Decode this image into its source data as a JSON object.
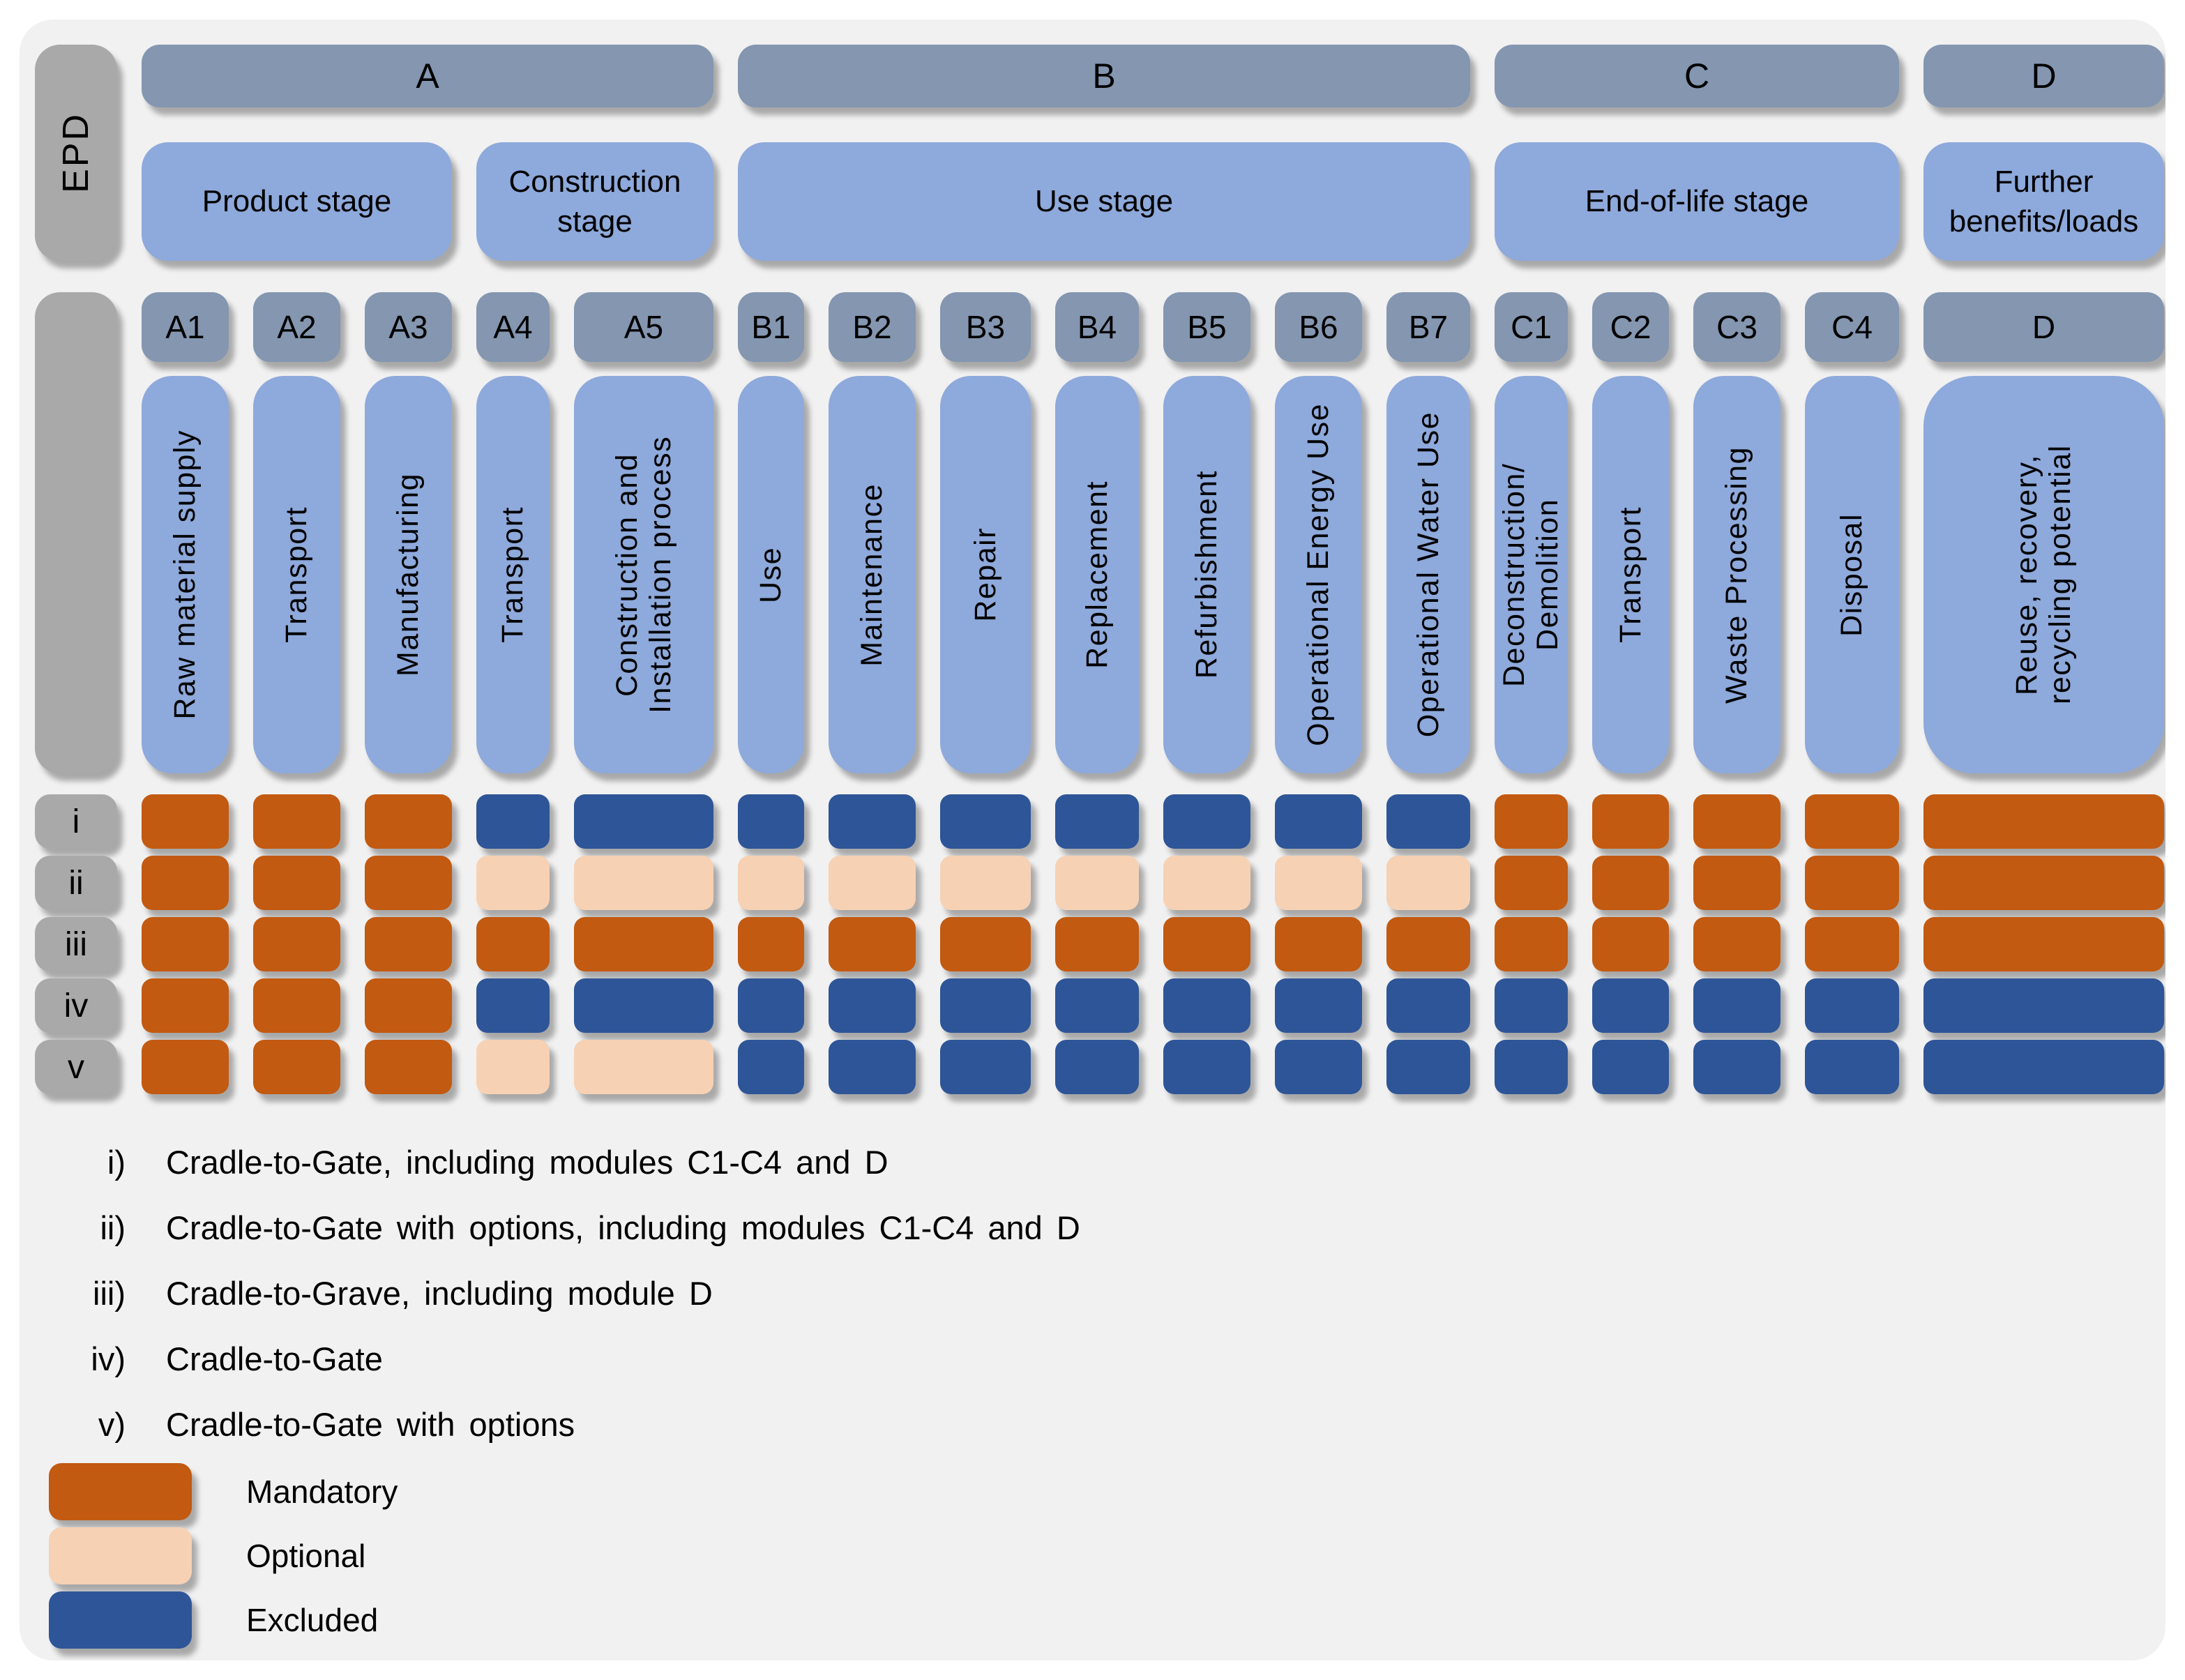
{
  "epd_label": "EPD",
  "modules": [
    {
      "code": "A1",
      "name": "Raw material supply",
      "group": "A",
      "stage": "Product stage"
    },
    {
      "code": "A2",
      "name": "Transport",
      "group": "A",
      "stage": "Product stage"
    },
    {
      "code": "A3",
      "name": "Manufacturing",
      "group": "A",
      "stage": "Product stage"
    },
    {
      "code": "A4",
      "name": "Transport",
      "group": "A",
      "stage": "Construction stage"
    },
    {
      "code": "A5",
      "name": "Construction and Installation process",
      "group": "A",
      "stage": "Construction stage"
    },
    {
      "code": "B1",
      "name": "Use",
      "group": "B",
      "stage": "Use stage"
    },
    {
      "code": "B2",
      "name": "Maintenance",
      "group": "B",
      "stage": "Use stage"
    },
    {
      "code": "B3",
      "name": "Repair",
      "group": "B",
      "stage": "Use stage"
    },
    {
      "code": "B4",
      "name": "Replacement",
      "group": "B",
      "stage": "Use stage"
    },
    {
      "code": "B5",
      "name": "Refurbishment",
      "group": "B",
      "stage": "Use stage"
    },
    {
      "code": "B6",
      "name": "Operational Energy Use",
      "group": "B",
      "stage": "Use stage"
    },
    {
      "code": "B7",
      "name": "Operational Water Use",
      "group": "B",
      "stage": "Use stage"
    },
    {
      "code": "C1",
      "name": "Deconstruction/ Demolition",
      "group": "C",
      "stage": "End-of-life stage"
    },
    {
      "code": "C2",
      "name": "Transport",
      "group": "C",
      "stage": "End-of-life stage"
    },
    {
      "code": "C3",
      "name": "Waste Processing",
      "group": "C",
      "stage": "End-of-life stage"
    },
    {
      "code": "C4",
      "name": "Disposal",
      "group": "C",
      "stage": "End-of-life stage"
    },
    {
      "code": "D",
      "name": "Reuse, recovery, recycling potential",
      "group": "D",
      "stage": "Further benefits/loads"
    }
  ],
  "matrix": {
    "row_labels": [
      "i",
      "ii",
      "iii",
      "iv",
      "v"
    ],
    "status_key": {
      "M": "Mandatory",
      "O": "Optional",
      "E": "Excluded"
    },
    "rows": [
      [
        "M",
        "M",
        "M",
        "E",
        "E",
        "E",
        "E",
        "E",
        "E",
        "E",
        "E",
        "E",
        "M",
        "M",
        "M",
        "M",
        "M"
      ],
      [
        "M",
        "M",
        "M",
        "O",
        "O",
        "O",
        "O",
        "O",
        "O",
        "O",
        "O",
        "O",
        "M",
        "M",
        "M",
        "M",
        "M"
      ],
      [
        "M",
        "M",
        "M",
        "M",
        "M",
        "M",
        "M",
        "M",
        "M",
        "M",
        "M",
        "M",
        "M",
        "M",
        "M",
        "M",
        "M"
      ],
      [
        "M",
        "M",
        "M",
        "E",
        "E",
        "E",
        "E",
        "E",
        "E",
        "E",
        "E",
        "E",
        "E",
        "E",
        "E",
        "E",
        "E"
      ],
      [
        "M",
        "M",
        "M",
        "O",
        "O",
        "E",
        "E",
        "E",
        "E",
        "E",
        "E",
        "E",
        "E",
        "E",
        "E",
        "E",
        "E"
      ]
    ]
  },
  "scope_notes": [
    {
      "numeral": "i)",
      "text": "Cradle-to-Gate, including modules C1-C4 and D"
    },
    {
      "numeral": "ii)",
      "text": "Cradle-to-Gate with options, including modules C1-C4 and D"
    },
    {
      "numeral": "iii)",
      "text": "Cradle-to-Grave, including module D"
    },
    {
      "numeral": "iv)",
      "text": "Cradle-to-Gate"
    },
    {
      "numeral": "v)",
      "text": "Cradle-to-Gate with options"
    }
  ],
  "status_legend": [
    {
      "label": "Mandatory",
      "status": "M"
    },
    {
      "label": "Optional",
      "status": "O"
    },
    {
      "label": "Excluded",
      "status": "E"
    }
  ],
  "colors": {
    "mandatory": "#C25A11",
    "optional": "#F6D1B4",
    "excluded": "#2E5597",
    "group_header": "#8496B0",
    "stage_blue": "#8EA9DB",
    "label_gray": "#A9A9A9",
    "canvas_bg": "#F1F1F1",
    "page_bg": "#FFFFFF",
    "text": "#000000"
  }
}
